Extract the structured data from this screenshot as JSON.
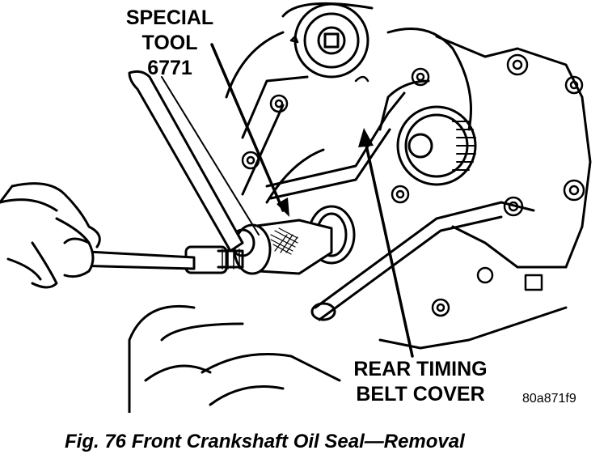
{
  "labels": {
    "special_tool_line1": "SPECIAL",
    "special_tool_line2": "TOOL",
    "special_tool_line3": "6771",
    "rear_cover_line1": "REAR TIMING",
    "rear_cover_line2": "BELT COVER"
  },
  "figure_code": "80a871f9",
  "caption": "Fig. 76 Front Crankshaft Oil Seal—Removal"
}
